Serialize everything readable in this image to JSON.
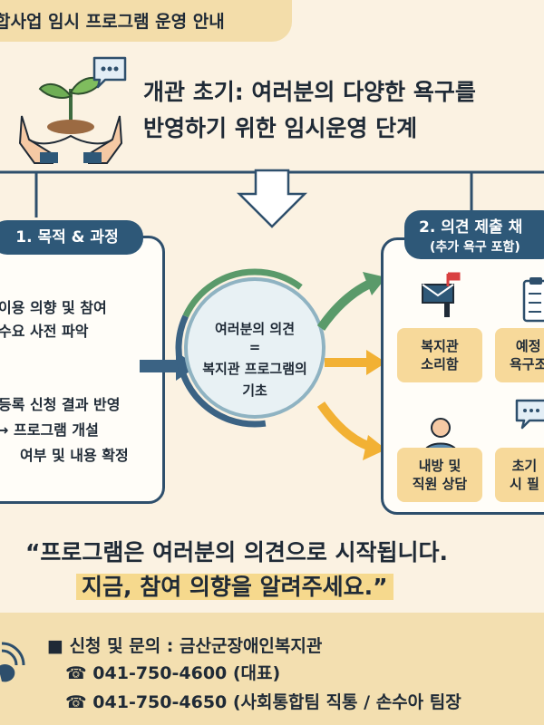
{
  "banner": {
    "title": "합사업 임시 프로그램 운영 안내"
  },
  "intro": {
    "line1": "개관 초기: 여러분의 다양한 욕구를",
    "line2": "반영하기 위한 임시운영 단계"
  },
  "section1": {
    "title": "1. 목적 & 과정",
    "items": [
      "이용 의향 및 참여",
      "수요 사전 파악",
      "등록 신청 결과 반영",
      "→ 프로그램 개설",
      "여부 및 내용 확정"
    ]
  },
  "center": {
    "line1": "여러분의 의견",
    "line2": "=",
    "line3": "복지관 프로그램의",
    "line4": "기초"
  },
  "section2": {
    "title": "2. 의견 제출 채",
    "subtitle": "(추가 욕구 포함)",
    "cards": [
      {
        "line1": "복지관",
        "line2": "소리함"
      },
      {
        "line1": "예정",
        "line2": "욕구조"
      },
      {
        "line1": "내방 및",
        "line2": "직원 상담"
      },
      {
        "line1": "초기",
        "line2": "시 필"
      }
    ]
  },
  "quote": {
    "line1": "“프로그램은 여러분의 의견으로 시작됩니다.",
    "line2": "지금, 참여 의향을 알려주세요.”"
  },
  "contact": {
    "label": "■ 신청 및 문의 : 금산군장애인복지관",
    "phone1": "☎ 041-750-4600 (대표)",
    "phone2": "☎ 041-750-4650 (사회통합팀 직통 / 손수아 팀장"
  },
  "icons": [
    "sprout-hands-icon",
    "speech-bubble-icon",
    "down-arrow-icon",
    "mailbox-icon",
    "checklist-icon",
    "person-icon",
    "chat-bubble-icon",
    "phone-signal-icon"
  ],
  "colors": {
    "navy": "#2e4f6c",
    "gold": "#f7d99a",
    "green": "#5a9a6a",
    "orange": "#f2b134",
    "blue": "#2e5878"
  }
}
